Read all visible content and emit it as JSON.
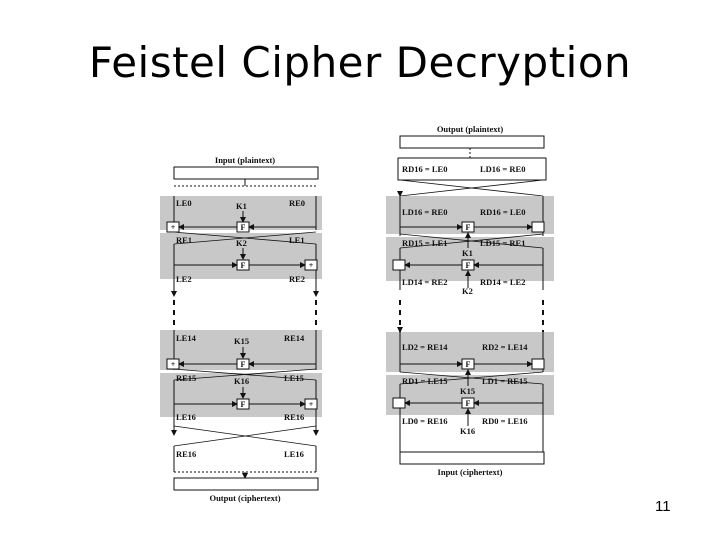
{
  "slide": {
    "title": "Feistel Cipher Decryption",
    "page_number": "11"
  },
  "encryption": {
    "input_label": "Input (plaintext)",
    "output_label": "Output (ciphertext)",
    "xor_symbol": "+",
    "round1": {
      "left": "LE0",
      "key": "K1",
      "right": "RE0"
    },
    "round2": {
      "left": "RE1",
      "key": "K2",
      "right": "LE1"
    },
    "after2": {
      "left": "LE2",
      "right": "RE2"
    },
    "round15": {
      "left": "LE14",
      "key": "K15",
      "right": "RE14"
    },
    "round16": {
      "left": "RE15",
      "key": "K16",
      "right": "LE15"
    },
    "after16": {
      "left": "LE16",
      "right": "RE16"
    },
    "final": {
      "left": "RE16",
      "right": "LE16"
    },
    "f_label": "F"
  },
  "decryption": {
    "output_label": "Output (plaintext)",
    "input_label": "Input (ciphertext)",
    "top": {
      "left": "RD16 = LE0",
      "right": "LD16 = RE0"
    },
    "row1": {
      "left": "LD16 = RE0",
      "right": "RD16 = LE0"
    },
    "key1": "K1",
    "row2": {
      "left": "RD15 = LE1",
      "right": "LD15 = RE1"
    },
    "key2": "K2",
    "row3": {
      "left": "LD14 = RE2",
      "right": "RD14 = LE2"
    },
    "row15": {
      "left": "LD2 = RE14",
      "right": "RD2 = LE14"
    },
    "key15": "K15",
    "row16": {
      "left": "RD1 = LE15",
      "right": "LD1 = RE15"
    },
    "key16": "K16",
    "row17": {
      "left": "LD0 = RE16",
      "right": "RD0 = LE16"
    },
    "f_label": "F"
  }
}
